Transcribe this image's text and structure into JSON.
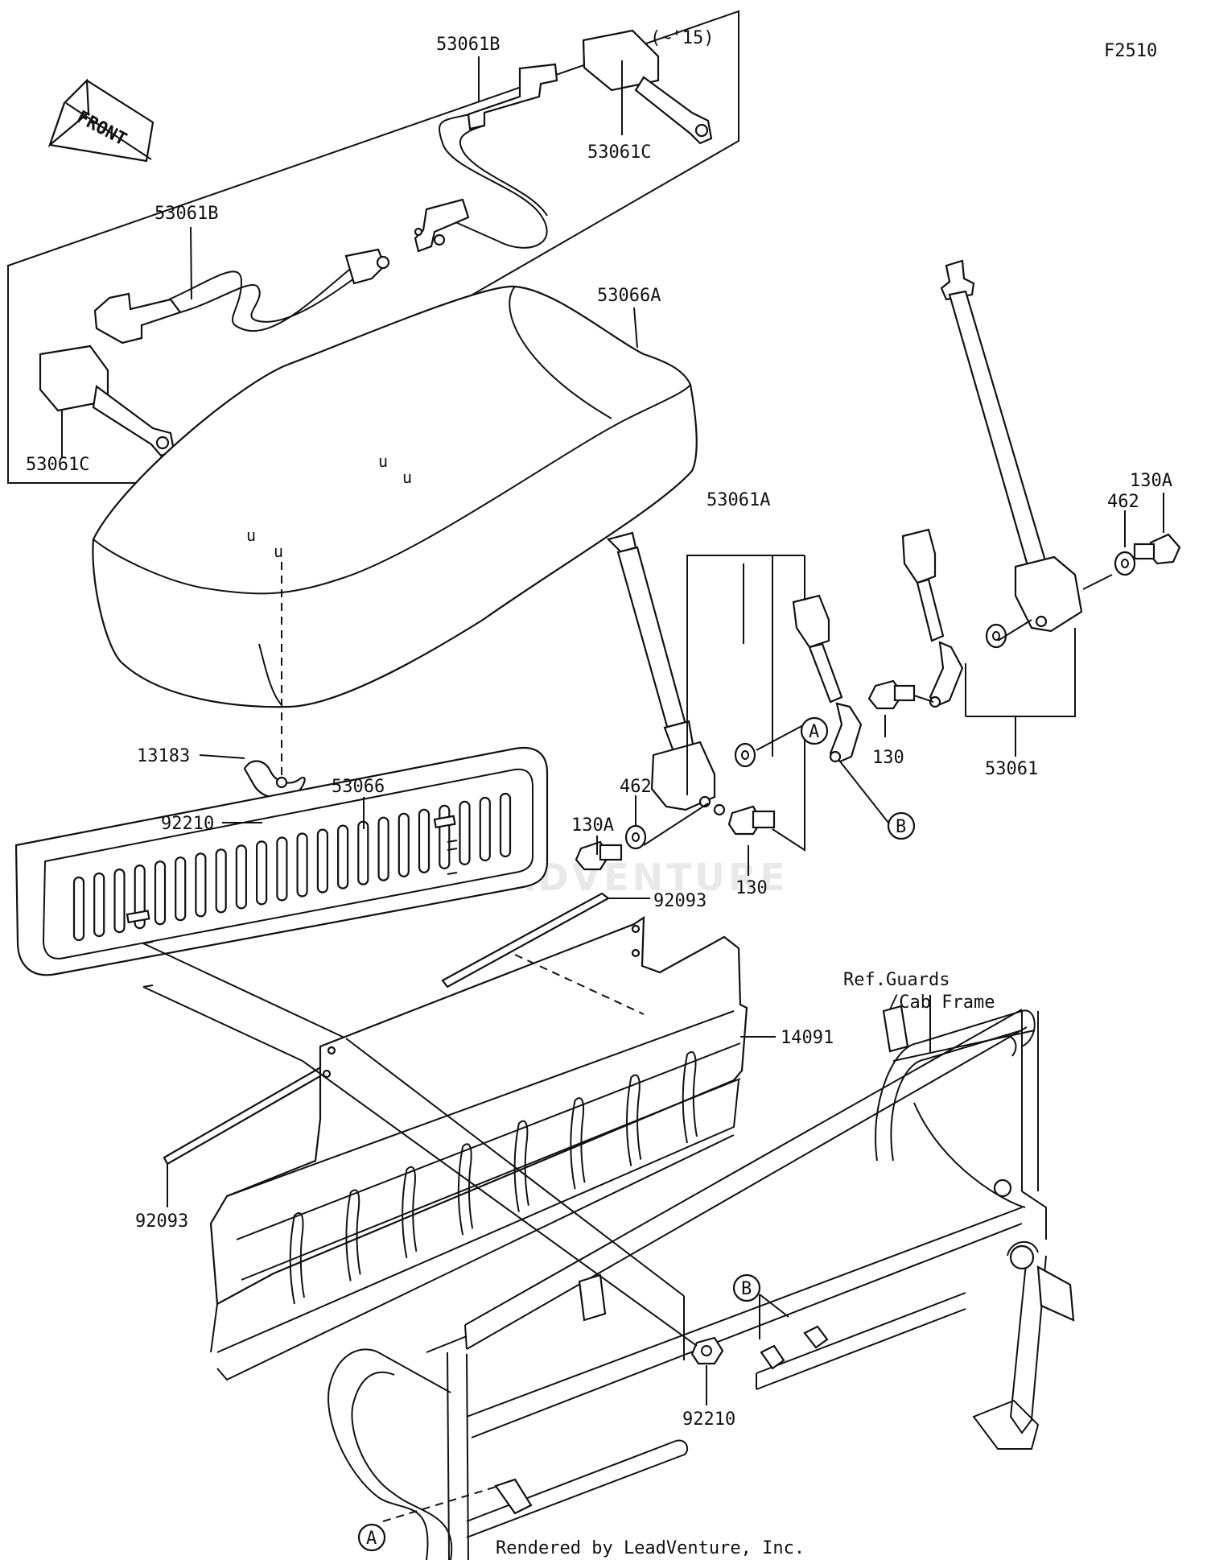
{
  "diagram": {
    "figure_code": "F2510",
    "front_label": "FRONT",
    "note_until_2015": "(~'15)",
    "footer": "Rendered by LeadVenture, Inc.",
    "watermark": "LEADVENTURE",
    "reference_line1": "Ref.Guards",
    "reference_line2": "/Cab Frame",
    "callouts": {
      "a": "A",
      "b": "B"
    },
    "parts": {
      "p53061B_top": "53061B",
      "p53061C_top": "53061C",
      "p53061B_left": "53061B",
      "p53061C_left": "53061C",
      "p53066A": "53066A",
      "p53061A": "53061A",
      "p462_right": "462",
      "p130A_right": "130A",
      "p13183": "13183",
      "p92210_left": "92210",
      "p53066": "53066",
      "p462_mid": "462",
      "p130A_mid": "130A",
      "p130_mid": "130",
      "p130_right": "130",
      "p53061": "53061",
      "p92093_top": "92093",
      "p14091": "14091",
      "p92093_left": "92093",
      "p92210_bottom": "92210"
    }
  }
}
